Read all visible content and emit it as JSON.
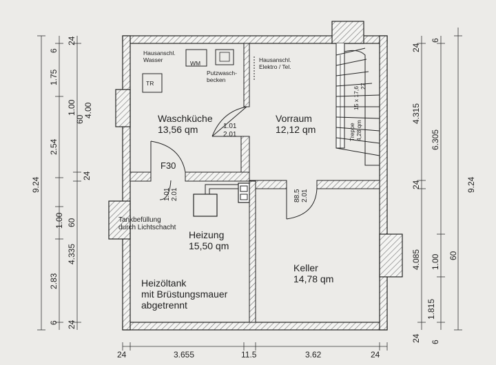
{
  "rooms": {
    "waschkueche": {
      "name": "Waschküche",
      "area": "13,56 qm"
    },
    "vorraum": {
      "name": "Vorraum",
      "area": "12,12 qm"
    },
    "heizung": {
      "name": "Heizung",
      "area": "15,50 qm"
    },
    "keller": {
      "name": "Keller",
      "area": "14,78 qm"
    }
  },
  "annotations": {
    "hausanschl_wasser_1": "Hausanschl.",
    "hausanschl_wasser_2": "Wasser",
    "wm": "WM",
    "tr": "TR",
    "putzwaschbecken_1": "Putzwasch-",
    "putzwaschbecken_2": "becken",
    "hausanschl_elektro_1": "Hausanschl.",
    "hausanschl_elektro_2": "Elektro / Tel.",
    "treppe": "Treppe",
    "treppe_dims": "15 x 17,6",
    "treppe_length": "4,28 qm",
    "treppe_step": "27",
    "fire_door": "F30",
    "tank_1": "Tankbefüllung",
    "tank_2": "durch Lichtschacht",
    "heizoeltank_1": "Heizöltank",
    "heizoeltank_2": "mit Brüstungsmauer",
    "heizoeltank_3": "abgetrennt"
  },
  "doors": {
    "waschkueche_vorraum_w": "1.01",
    "waschkueche_vorraum_h": "2.01",
    "heizung_w": "1.01",
    "heizung_h": "2.01",
    "keller_w": "88.5",
    "keller_h": "2.01"
  },
  "dimensions": {
    "bottom": [
      "24",
      "3.655",
      "11.5",
      "3.62",
      "24"
    ],
    "left_outer": [
      "9.24"
    ],
    "left_mid": [
      "6",
      "1.75",
      "2.54",
      "2.83",
      "6"
    ],
    "left_inner": [
      "24",
      "1.00",
      "60",
      "4.00",
      "24",
      "1.00",
      "60",
      "4.335",
      "24"
    ],
    "right_inner": [
      "24",
      "4.315",
      "24",
      "4.085",
      "1.815",
      "24"
    ],
    "right_mid": [
      "6",
      "6.305",
      "1.00",
      "60",
      "6"
    ],
    "right_outer": [
      "9.24"
    ]
  }
}
